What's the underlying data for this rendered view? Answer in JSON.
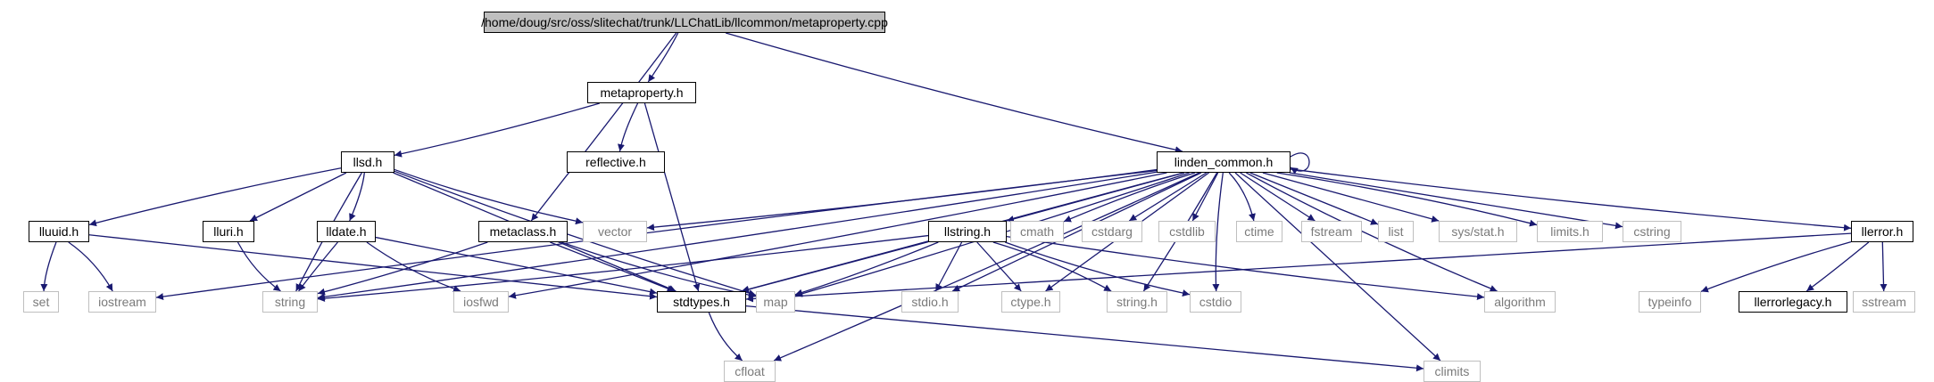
{
  "diagram": {
    "nodes": [
      {
        "id": "main",
        "label": "/home/doug/src/oss/slitechat/trunk/LLChatLib/llcommon/metaproperty.cpp",
        "kind": "main"
      },
      {
        "id": "metaproperty_h",
        "label": "metaproperty.h",
        "kind": "doc"
      },
      {
        "id": "reflective_h",
        "label": "reflective.h",
        "kind": "doc"
      },
      {
        "id": "linden_common_h",
        "label": "linden_common.h",
        "kind": "doc"
      },
      {
        "id": "llsd_h",
        "label": "llsd.h",
        "kind": "doc"
      },
      {
        "id": "lluuid_h",
        "label": "lluuid.h",
        "kind": "doc"
      },
      {
        "id": "lluri_h",
        "label": "lluri.h",
        "kind": "doc"
      },
      {
        "id": "lldate_h",
        "label": "lldate.h",
        "kind": "doc"
      },
      {
        "id": "metaclass_h",
        "label": "metaclass.h",
        "kind": "doc"
      },
      {
        "id": "vector",
        "label": "vector",
        "kind": "ext"
      },
      {
        "id": "llstring_h",
        "label": "llstring.h",
        "kind": "doc"
      },
      {
        "id": "cmath",
        "label": "cmath",
        "kind": "ext"
      },
      {
        "id": "cstdarg",
        "label": "cstdarg",
        "kind": "ext"
      },
      {
        "id": "cstdlib",
        "label": "cstdlib",
        "kind": "ext"
      },
      {
        "id": "ctime",
        "label": "ctime",
        "kind": "ext"
      },
      {
        "id": "fstream",
        "label": "fstream",
        "kind": "ext"
      },
      {
        "id": "list",
        "label": "list",
        "kind": "ext"
      },
      {
        "id": "sys_stat_h",
        "label": "sys/stat.h",
        "kind": "ext"
      },
      {
        "id": "limits_h",
        "label": "limits.h",
        "kind": "ext"
      },
      {
        "id": "cstring",
        "label": "cstring",
        "kind": "ext"
      },
      {
        "id": "llerror_h",
        "label": "llerror.h",
        "kind": "doc"
      },
      {
        "id": "set",
        "label": "set",
        "kind": "ext"
      },
      {
        "id": "iostream",
        "label": "iostream",
        "kind": "ext"
      },
      {
        "id": "string",
        "label": "string",
        "kind": "ext"
      },
      {
        "id": "iosfwd",
        "label": "iosfwd",
        "kind": "ext"
      },
      {
        "id": "stdtypes_h",
        "label": "stdtypes.h",
        "kind": "doc"
      },
      {
        "id": "map",
        "label": "map",
        "kind": "ext"
      },
      {
        "id": "stdio_h",
        "label": "stdio.h",
        "kind": "ext"
      },
      {
        "id": "ctype_h",
        "label": "ctype.h",
        "kind": "ext"
      },
      {
        "id": "string_h",
        "label": "string.h",
        "kind": "ext"
      },
      {
        "id": "cstdio",
        "label": "cstdio",
        "kind": "ext"
      },
      {
        "id": "algorithm",
        "label": "algorithm",
        "kind": "ext"
      },
      {
        "id": "typeinfo",
        "label": "typeinfo",
        "kind": "ext"
      },
      {
        "id": "llerrorlegacy_h",
        "label": "llerrorlegacy.h",
        "kind": "doc"
      },
      {
        "id": "sstream",
        "label": "sstream",
        "kind": "ext"
      },
      {
        "id": "cfloat",
        "label": "cfloat",
        "kind": "ext"
      },
      {
        "id": "climits",
        "label": "climits",
        "kind": "ext"
      }
    ],
    "edges": [
      [
        "main",
        "metaproperty_h"
      ],
      [
        "main",
        "metaclass_h"
      ],
      [
        "main",
        "linden_common_h"
      ],
      [
        "metaproperty_h",
        "llsd_h"
      ],
      [
        "metaproperty_h",
        "reflective_h"
      ],
      [
        "metaproperty_h",
        "stdtypes_h"
      ],
      [
        "llsd_h",
        "lluuid_h"
      ],
      [
        "llsd_h",
        "lluri_h"
      ],
      [
        "llsd_h",
        "lldate_h"
      ],
      [
        "llsd_h",
        "vector"
      ],
      [
        "llsd_h",
        "string"
      ],
      [
        "llsd_h",
        "stdtypes_h"
      ],
      [
        "llsd_h",
        "map"
      ],
      [
        "lluuid_h",
        "set"
      ],
      [
        "lluuid_h",
        "iostream"
      ],
      [
        "lluuid_h",
        "stdtypes_h"
      ],
      [
        "lluri_h",
        "string"
      ],
      [
        "lldate_h",
        "string"
      ],
      [
        "lldate_h",
        "iosfwd"
      ],
      [
        "lldate_h",
        "stdtypes_h"
      ],
      [
        "metaclass_h",
        "string"
      ],
      [
        "metaclass_h",
        "map"
      ],
      [
        "metaclass_h",
        "stdtypes_h"
      ],
      [
        "linden_common_h",
        "linden_common_h"
      ],
      [
        "linden_common_h",
        "vector"
      ],
      [
        "linden_common_h",
        "llstring_h"
      ],
      [
        "linden_common_h",
        "cmath"
      ],
      [
        "linden_common_h",
        "cstdarg"
      ],
      [
        "linden_common_h",
        "cstdlib"
      ],
      [
        "linden_common_h",
        "ctime"
      ],
      [
        "linden_common_h",
        "fstream"
      ],
      [
        "linden_common_h",
        "list"
      ],
      [
        "linden_common_h",
        "sys_stat_h"
      ],
      [
        "linden_common_h",
        "limits_h"
      ],
      [
        "linden_common_h",
        "cstring"
      ],
      [
        "linden_common_h",
        "llerror_h"
      ],
      [
        "linden_common_h",
        "iostream"
      ],
      [
        "linden_common_h",
        "string"
      ],
      [
        "linden_common_h",
        "iosfwd"
      ],
      [
        "linden_common_h",
        "stdtypes_h"
      ],
      [
        "linden_common_h",
        "map"
      ],
      [
        "linden_common_h",
        "stdio_h"
      ],
      [
        "linden_common_h",
        "cfloat"
      ],
      [
        "linden_common_h",
        "ctype_h"
      ],
      [
        "linden_common_h",
        "string_h"
      ],
      [
        "linden_common_h",
        "cstdio"
      ],
      [
        "linden_common_h",
        "algorithm"
      ],
      [
        "linden_common_h",
        "climits"
      ],
      [
        "llstring_h",
        "string"
      ],
      [
        "llstring_h",
        "stdtypes_h"
      ],
      [
        "llstring_h",
        "map"
      ],
      [
        "llstring_h",
        "stdio_h"
      ],
      [
        "llstring_h",
        "ctype_h"
      ],
      [
        "llstring_h",
        "string_h"
      ],
      [
        "llstring_h",
        "cstdio"
      ],
      [
        "llstring_h",
        "algorithm"
      ],
      [
        "llerror_h",
        "stdtypes_h"
      ],
      [
        "llerror_h",
        "typeinfo"
      ],
      [
        "llerror_h",
        "llerrorlegacy_h"
      ],
      [
        "llerror_h",
        "sstream"
      ],
      [
        "stdtypes_h",
        "cfloat"
      ],
      [
        "stdtypes_h",
        "climits"
      ]
    ],
    "colors": {
      "edge": "#191970",
      "main_fill": "#bfbfbf",
      "doc_border": "#000000",
      "ext_border": "#bfbfbf",
      "ext_text": "#7a7a7a"
    }
  }
}
